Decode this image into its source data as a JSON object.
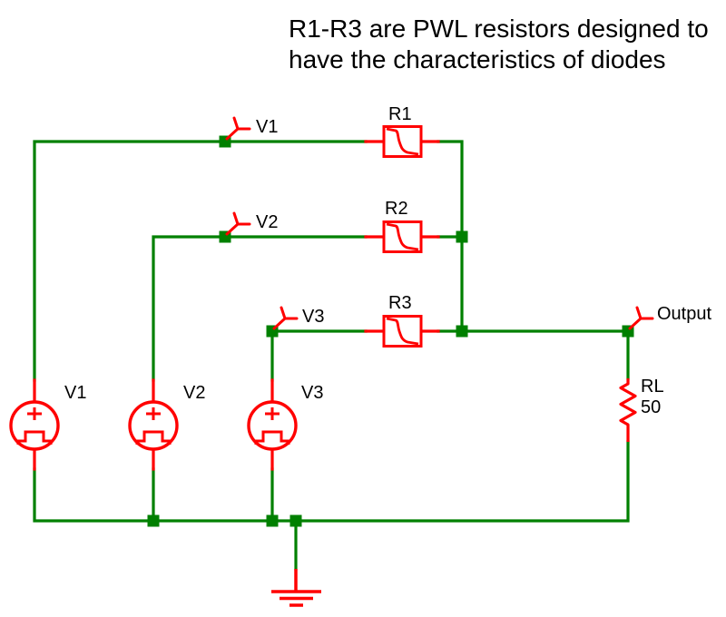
{
  "title": {
    "line1": "R1-R3 are PWL resistors designed to",
    "line2": "have the characteristics of diodes"
  },
  "schematic": {
    "resistors": [
      {
        "ref": "R1"
      },
      {
        "ref": "R2"
      },
      {
        "ref": "R3"
      }
    ],
    "load_resistor": {
      "ref": "RL",
      "value": "50"
    },
    "sources": [
      {
        "ref": "V1"
      },
      {
        "ref": "V2"
      },
      {
        "ref": "V3"
      }
    ],
    "probes": [
      {
        "label": "V1"
      },
      {
        "label": "V2"
      },
      {
        "label": "V3"
      },
      {
        "label": "Output"
      }
    ]
  },
  "colors": {
    "wire": "#008000",
    "component": "#ff0000",
    "text": "#000000",
    "background": "#ffffff"
  }
}
